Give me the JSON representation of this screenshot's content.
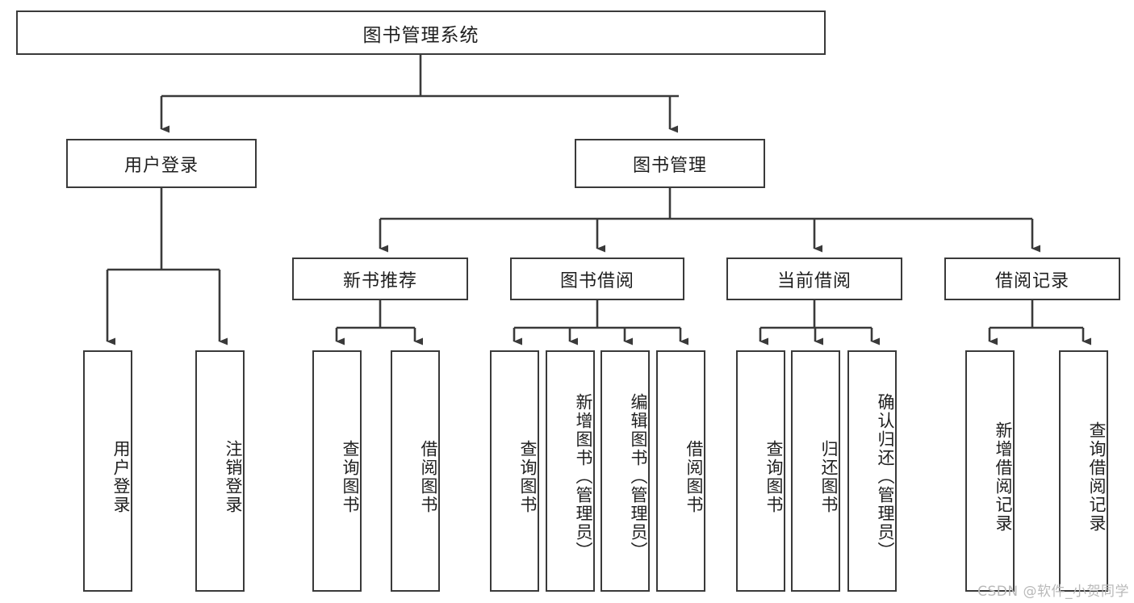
{
  "diagram": {
    "title": "图书管理系统",
    "type": "hierarchy-tree",
    "watermark": "CSDN @软件_小贺同学",
    "colors": {
      "background": "#ffffff",
      "box_border": "#3a3a3a",
      "box_fill": "#ffffff",
      "text": "#1f1f1f",
      "connector": "#3a3a3a",
      "watermark": "#b9b9b9"
    },
    "levels": {
      "root": {
        "label": "图书管理系统"
      },
      "level2": [
        {
          "label": "用户登录"
        },
        {
          "label": "图书管理"
        }
      ],
      "level3": [
        {
          "label": "新书推荐"
        },
        {
          "label": "图书借阅"
        },
        {
          "label": "当前借阅"
        },
        {
          "label": "借阅记录"
        }
      ],
      "leaves": {
        "user_login": [
          {
            "label": "用户登录"
          },
          {
            "label": "注销登录"
          }
        ],
        "new_book": [
          {
            "label": "查询图书"
          },
          {
            "label": "借阅图书"
          }
        ],
        "book_borrow": [
          {
            "label": "查询图书"
          },
          {
            "label": "新增图书（管理员）"
          },
          {
            "label": "编辑图书（管理员）"
          },
          {
            "label": "借阅图书"
          }
        ],
        "current_borrow": [
          {
            "label": "查询图书"
          },
          {
            "label": "归还图书"
          },
          {
            "label": "确认归还（管理员）"
          }
        ],
        "borrow_record": [
          {
            "label": "新增借阅记录"
          },
          {
            "label": "查询借阅记录"
          }
        ]
      }
    }
  }
}
